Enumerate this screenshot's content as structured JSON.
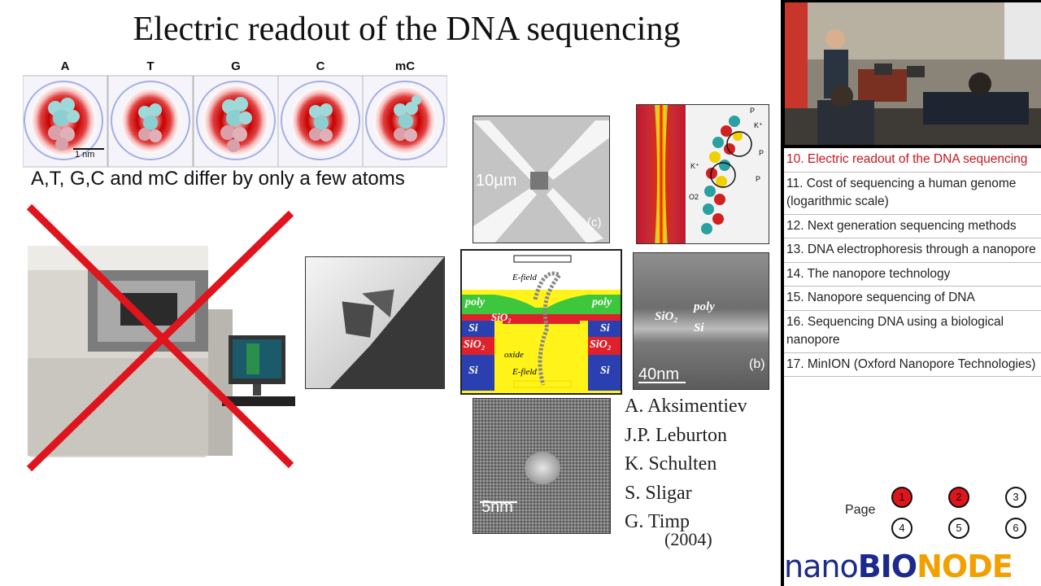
{
  "slide": {
    "title": "Electric readout of the DNA sequencing",
    "nucleotides": [
      "A",
      "T",
      "G",
      "C",
      "mC"
    ],
    "scale_1nm": "1 nm",
    "caption": "A,T, G,C and mC differ by only a few atoms",
    "chip_scale": "10µm",
    "chip_panel": "(c)",
    "cross_section": {
      "e_field_top": "E-field",
      "e_field_bottom": "E-field",
      "layers": [
        "poly",
        "SiO₂",
        "Si",
        "SiO₂",
        "Si"
      ],
      "oxide": "oxide"
    },
    "sim_labels": [
      "P",
      "K⁺",
      "P",
      "K⁺",
      "P",
      "O2"
    ],
    "tem_right_labels": [
      "SiO₂",
      "poly",
      "Si"
    ],
    "tem_right_scale": "40nm",
    "tem_right_panel": "(b)",
    "pore_scale": "5nm",
    "authors": [
      "A. Aksimentiev",
      "J.P. Leburton",
      "K. Schulten",
      "S. Sligar",
      "G. Timp"
    ],
    "year": "(2004)"
  },
  "agenda": {
    "items": [
      {
        "label": "10. Electric readout of the DNA sequencing",
        "active": true
      },
      {
        "label": "11. Cost of sequencing a human genome (logarithmic scale)",
        "active": false
      },
      {
        "label": "12. Next generation sequencing methods",
        "active": false
      },
      {
        "label": "13. DNA electrophoresis through a nanopore",
        "active": false
      },
      {
        "label": "14. The nanopore technology",
        "active": false
      },
      {
        "label": "15. Nanopore sequencing of DNA",
        "active": false
      },
      {
        "label": "16. Sequencing DNA using a biological nanopore",
        "active": false
      },
      {
        "label": "17. MinION (Oxford Nanopore Technologies)",
        "active": false
      }
    ]
  },
  "pager": {
    "label": "Page",
    "pages": [
      {
        "num": "1",
        "done": true
      },
      {
        "num": "2",
        "done": true
      },
      {
        "num": "3",
        "done": false
      },
      {
        "num": "4",
        "done": false
      },
      {
        "num": "5",
        "done": false
      },
      {
        "num": "6",
        "done": false
      }
    ]
  },
  "logo": {
    "part1": "nano",
    "part2": "BIO",
    "part3": "NODE"
  },
  "colors": {
    "accent_red": "#e0141c",
    "active_text": "#c8161d",
    "logo_blue": "#1b2a8c",
    "logo_orange": "#f2a000"
  }
}
